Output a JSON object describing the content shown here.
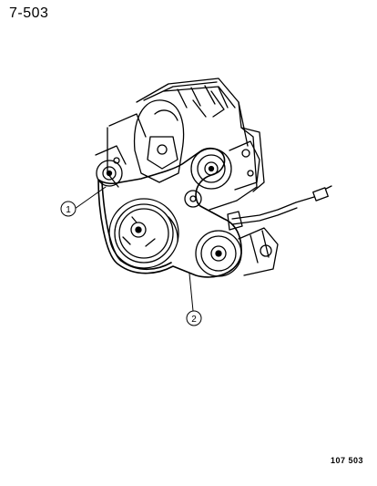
{
  "page_ref": "7-503",
  "figure_code": "107 503",
  "callouts": [
    {
      "number": "1",
      "part": "drive-belt-tensioner-pulley"
    },
    {
      "number": "2",
      "part": "serpentine-drive-belt"
    }
  ],
  "colors": {
    "ink": "#000000",
    "paper": "#ffffff"
  }
}
